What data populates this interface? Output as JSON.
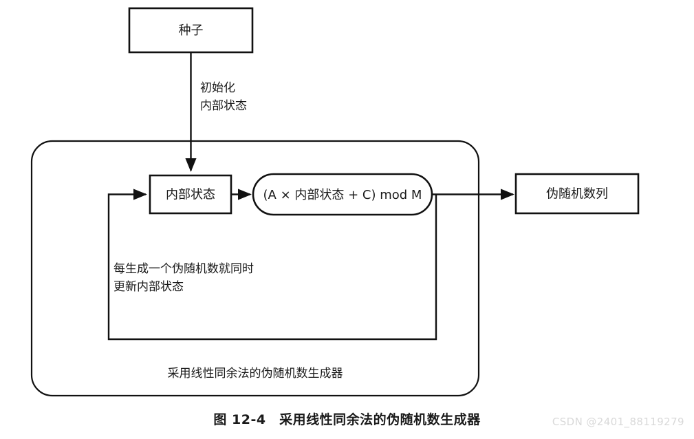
{
  "figure": {
    "caption": "图 12-4　采用线性同余法的伪随机数生成器",
    "watermark": "CSDN @2401_88119279"
  },
  "diagram": {
    "type": "flowchart",
    "nodes": {
      "seed": {
        "label": "种子",
        "shape": "rect"
      },
      "internal_state": {
        "label": "内部状态",
        "shape": "rect"
      },
      "formula": {
        "label": "(A × 内部状态 + C) mod M",
        "shape": "stadium"
      },
      "output": {
        "label": "伪随机数列",
        "shape": "rect"
      },
      "container": {
        "label": "采用线性同余法的伪随机数生成器",
        "shape": "rounded-rect"
      }
    },
    "annotations": {
      "init_line1": "初始化",
      "init_line2": "内部状态",
      "feedback_line1": "每生成一个伪随机数就同时",
      "feedback_line2": "更新内部状态"
    },
    "edges": [
      {
        "from": "seed",
        "to": "internal_state",
        "label": "初始化 内部状态",
        "arrow": true
      },
      {
        "from": "internal_state",
        "to": "formula",
        "label": "",
        "arrow": true
      },
      {
        "from": "formula",
        "to": "output",
        "label": "",
        "arrow": true
      },
      {
        "from": "formula",
        "to": "internal_state",
        "label": "每生成一个伪随机数就同时 更新内部状态",
        "arrow": true
      }
    ]
  },
  "colors": {
    "stroke": "#111111",
    "background": "#ffffff",
    "text": "#1a1a1a",
    "watermark": "#d9d9d9"
  }
}
